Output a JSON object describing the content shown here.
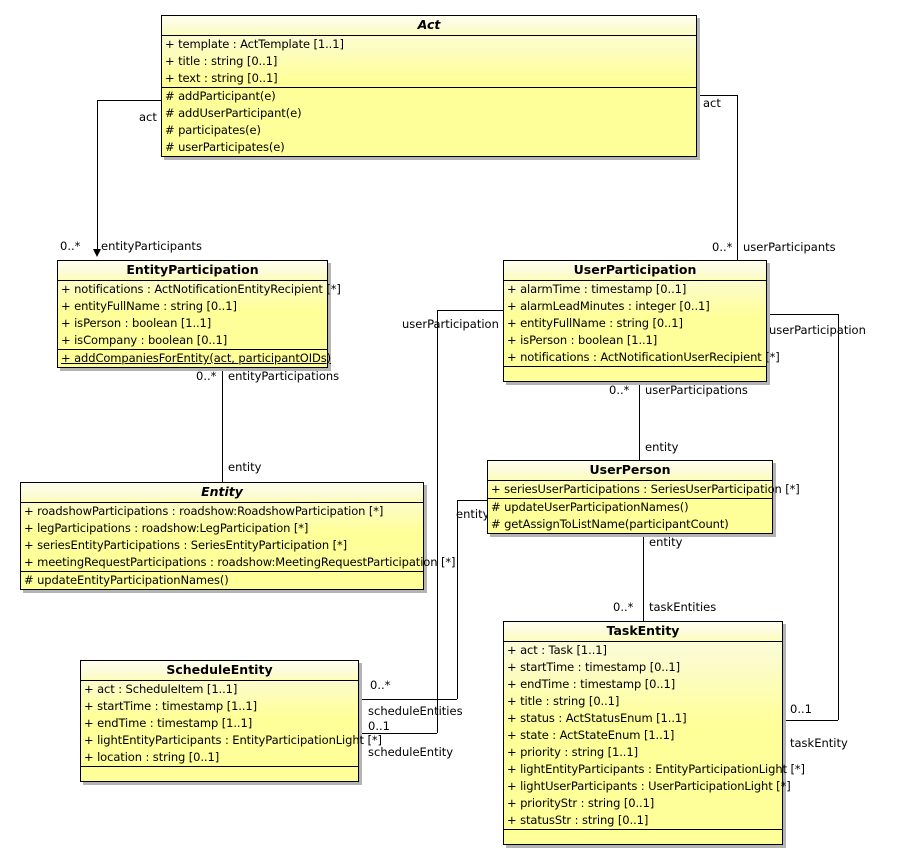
{
  "diagram": {
    "type": "uml-class-diagram",
    "classes": [
      {
        "id": "act",
        "name": "Act",
        "abstract": true,
        "attributes": [
          "+ template : ActTemplate [1..1]",
          "+ title : string [0..1]",
          "+ text : string [0..1]"
        ],
        "operations": [
          "# addParticipant(e)",
          "# addUserParticipant(e)",
          "# participates(e)",
          "# userParticipates(e)"
        ]
      },
      {
        "id": "entity-participation",
        "name": "EntityParticipation",
        "abstract": false,
        "attributes": [
          "+ notifications : ActNotificationEntityRecipient [*]",
          "+ entityFullName : string [0..1]",
          "+ isPerson : boolean [1..1]",
          "+ isCompany : boolean [0..1]"
        ],
        "operations": [
          "+ addCompaniesForEntity(act, participantOIDs)"
        ]
      },
      {
        "id": "user-participation",
        "name": "UserParticipation",
        "abstract": false,
        "attributes": [
          "+ alarmTime : timestamp [0..1]",
          "+ alarmLeadMinutes : integer [0..1]",
          "+ entityFullName : string [0..1]",
          "+ isPerson : boolean [1..1]",
          "+ notifications : ActNotificationUserRecipient [*]"
        ],
        "operations": []
      },
      {
        "id": "entity",
        "name": "Entity",
        "abstract": true,
        "attributes": [
          "+ roadshowParticipations : roadshow:RoadshowParticipation [*]",
          "+ legParticipations : roadshow:LegParticipation [*]",
          "+ seriesEntityParticipations : SeriesEntityParticipation [*]",
          "+ meetingRequestParticipations : roadshow:MeetingRequestParticipation [*]"
        ],
        "operations": [
          "# updateEntityParticipationNames()"
        ]
      },
      {
        "id": "user-person",
        "name": "UserPerson",
        "abstract": false,
        "attributes": [
          "+ seriesUserParticipations : SeriesUserParticipation [*]"
        ],
        "operations": [
          "# updateUserParticipationNames()",
          "# getAssignToListName(participantCount)"
        ]
      },
      {
        "id": "schedule-entity",
        "name": "ScheduleEntity",
        "abstract": false,
        "attributes": [
          "+ act : ScheduleItem [1..1]",
          "+ startTime : timestamp [1..1]",
          "+ endTime : timestamp [1..1]",
          "+ lightEntityParticipants : EntityParticipationLight [*]",
          "+ location : string [0..1]"
        ],
        "operations": []
      },
      {
        "id": "task-entity",
        "name": "TaskEntity",
        "abstract": false,
        "attributes": [
          "+ act : Task [1..1]",
          "+ startTime : timestamp [0..1]",
          "+ endTime : timestamp [0..1]",
          "+ title : string [0..1]",
          "+ status : ActStatusEnum [1..1]",
          "+ state : ActStateEnum [1..1]",
          "+ priority : string [1..1]",
          "+ lightEntityParticipants : EntityParticipationLight [*]",
          "+ lightUserParticipants : UserParticipationLight [*]",
          "+ priorityStr : string [0..1]",
          "+ statusStr : string [0..1]"
        ],
        "operations": []
      }
    ],
    "edge_labels": {
      "act_left": "act",
      "act_right": "act",
      "entity_participants_mult": "0..*",
      "entity_participants_role": "entityParticipants",
      "user_participants_mult": "0..*",
      "user_participants_role": "userParticipants",
      "entity_participations_mult": "0..*",
      "entity_participations_role": "entityParticipations",
      "entity_role_left": "entity",
      "user_participations_mult": "0..*",
      "user_participations_role": "userParticipations",
      "entity_role_up": "entity",
      "entity_role_down": "entity",
      "task_entities_mult": "0..*",
      "task_entities_role": "taskEntities",
      "user_participation_left": "userParticipation",
      "user_participation_right": "userParticipation",
      "entity_role_mid": "entity",
      "schedule_entities_mult": "0..*",
      "schedule_entities_role": "scheduleEntities",
      "schedule_entity_mult": "0..1",
      "schedule_entity_role": "scheduleEntity",
      "task_entity_mult": "0..1",
      "task_entity_role": "taskEntity"
    },
    "colors": {
      "class_fill": "#ffff99",
      "class_header_fill": "#fdfde4",
      "class_border": "#000000",
      "shadow": "#b4b4b4",
      "line": "#000000",
      "background": "#ffffff"
    }
  }
}
